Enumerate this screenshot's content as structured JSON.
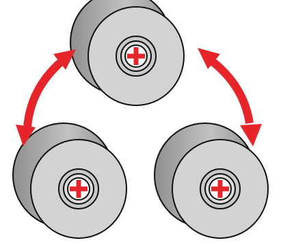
{
  "colors": {
    "roller_side": "#8f8f8f",
    "roller_side_highlight": "#c2c2c2",
    "roller_face": "#d3d3d3",
    "hub": "#c9c9c9",
    "hub_inner": "#dcdcdc",
    "outline": "#111111",
    "cross": "#e3262b",
    "arrow": "#e6252a",
    "background": "#ffffff"
  },
  "rollers": [
    {
      "id": "top",
      "role": "top roller",
      "icon": "center-cross-icon"
    },
    {
      "id": "bottom-left",
      "role": "bottom left roller",
      "icon": "center-cross-icon"
    },
    {
      "id": "bottom-right",
      "role": "bottom right roller",
      "icon": "center-cross-icon"
    }
  ],
  "arrows": [
    {
      "id": "left",
      "connects": [
        "top",
        "bottom-left"
      ],
      "icon": "double-headed-curved-arrow-icon"
    },
    {
      "id": "right",
      "connects": [
        "top",
        "bottom-right"
      ],
      "icon": "double-headed-curved-arrow-icon"
    }
  ]
}
